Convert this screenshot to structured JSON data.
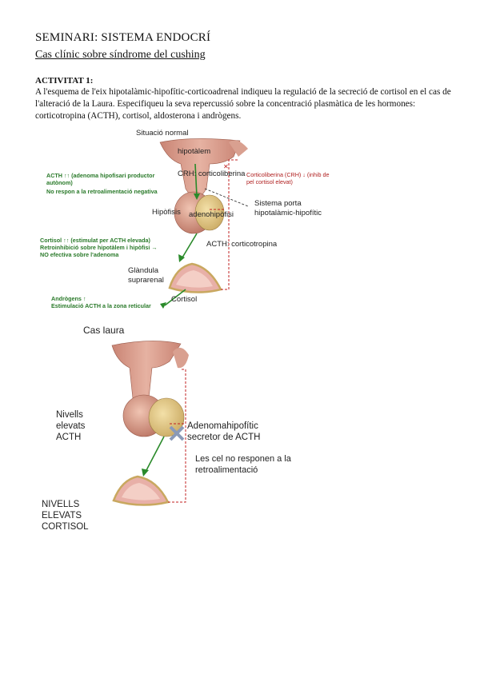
{
  "header": {
    "title": "SEMINARI: SISTEMA ENDOCRÍ",
    "subtitle": "Cas clínic sobre síndrome del cushing"
  },
  "activity": {
    "heading": "ACTIVITAT 1:",
    "text": "A l'esquema de l'eix hipotalàmic-hipofític-corticoadrenal indiqueu la regulació de la secreció de cortisol en el cas de l'alteració de la Laura. Especifiqueu la seva repercussió sobre la concentració plasmàtica de les hormones: corticotropina (ACTH), cortisol, aldosterona i andrògens."
  },
  "diagram_normal": {
    "title": "Situació normal",
    "hypothalamus": "hipotàlem",
    "crh": "CRH: corticoliberina",
    "portal_1": "Sistema porta",
    "portal_2": "hipotalàmic-hipofític",
    "hypophysis": "Hipòfisis",
    "adenohypophysis": "adenohipòfisi",
    "acth": "ACTH: corticotropina",
    "gland_1": "Glàndula",
    "gland_2": "suprarenal",
    "cortisol": "Cortisol",
    "green_acth_1": "ACTH ↑↑ (adenoma hipofisari productor",
    "green_acth_2": "autònom)",
    "green_acth_3": "No respon a la retroalimentació negativa",
    "green_cortisol_1": "Cortisol ↑↑ (estimulat per ACTH elevada)",
    "green_cortisol_2": "Retroinhibició sobre hipotàlem i hipòfisi →",
    "green_cortisol_3": "NO efectiva sobre l'adenoma",
    "green_andro_1": "Andrògens ↑",
    "green_andro_2": "Estimulació ACTH a la zona reticular",
    "red_1": "Corticoliberina (CRH) ↓ (inhib de",
    "red_2": "pel cortisol elevat)"
  },
  "diagram_laura": {
    "title": "Cas laura",
    "left_1": "Nivells",
    "left_2": "elevats",
    "left_3": "ACTH",
    "adenoma_1": "Adenomahipofític",
    "adenoma_2": "secretor de ACTH",
    "noresp_1": "Les cel no responen a la",
    "noresp_2": "retroalimentació",
    "bottom_1": "NIVELLS",
    "bottom_2": "ELEVATS",
    "bottom_3": "CORTISOL"
  },
  "colors": {
    "green": "#2a7a2a",
    "red": "#c02020",
    "tissue": "#d9a090",
    "gland": "#e8b0a8"
  }
}
